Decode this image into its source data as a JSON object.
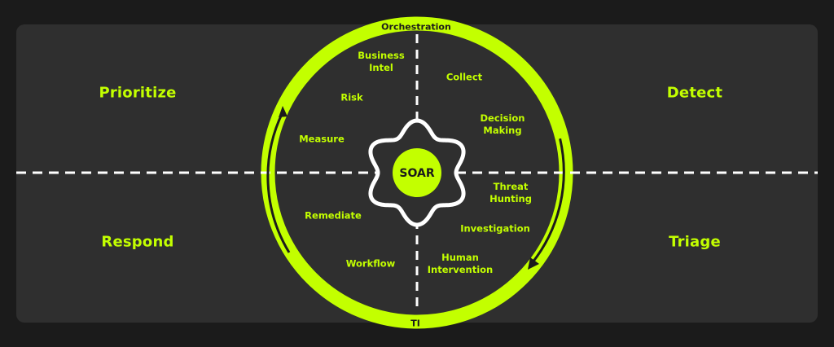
{
  "colors": {
    "background": "#1b1b1b",
    "panel": "#2f2f2f",
    "accent": "#c3ff00",
    "divider": "#ffffff",
    "dark_text": "#1b1b1b"
  },
  "center": {
    "label": "SOAR",
    "icon": "gear-icon"
  },
  "ring": {
    "top_label": "Orchestration",
    "bottom_label": "TI",
    "arrows": [
      "arrow-clockwise-right",
      "arrow-clockwise-left"
    ]
  },
  "quadrants": {
    "top_left": "Prioritize",
    "top_right": "Detect",
    "bottom_left": "Respond",
    "bottom_right": "Triage"
  },
  "items": {
    "business_intel": "Business\nIntel",
    "collect": "Collect",
    "risk": "Risk",
    "decision_making": "Decision\nMaking",
    "measure": "Measure",
    "threat_hunting": "Threat\nHunting",
    "remediate": "Remediate",
    "investigation": "Investigation",
    "workflow": "Workflow",
    "human_intervention": "Human\nIntervention"
  }
}
